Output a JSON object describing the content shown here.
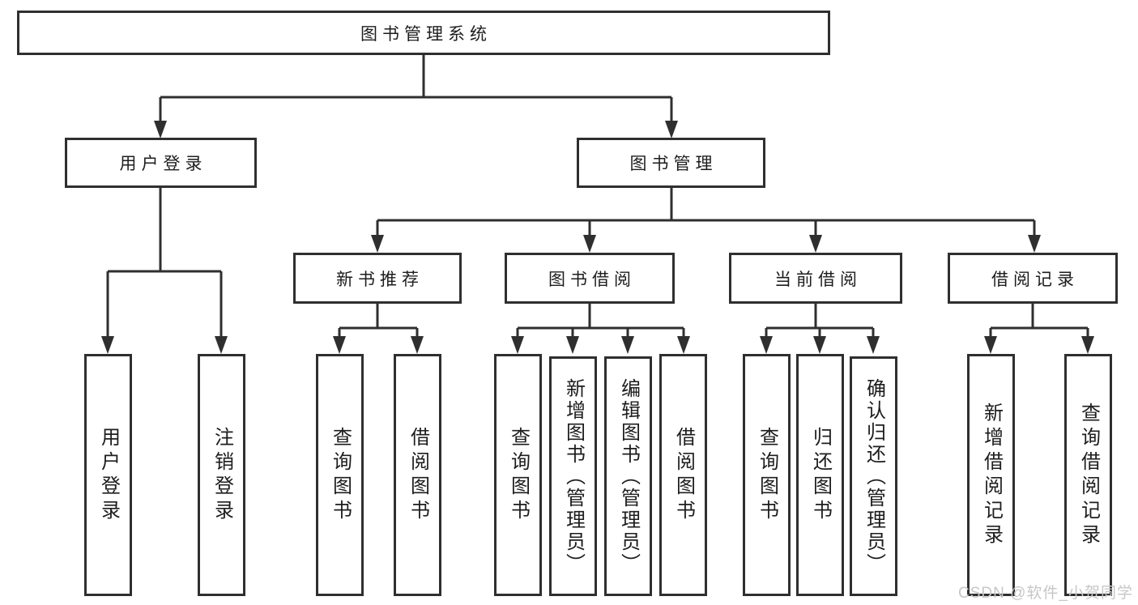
{
  "diagram": {
    "title": "图书管理系统",
    "root": {
      "label": "图书管理系统"
    },
    "level2": [
      "用户登录",
      "图书管理"
    ],
    "level3": [
      "新书推荐",
      "图书借阅",
      "当前借阅",
      "借阅记录"
    ],
    "leaves": {
      "user_login": [
        "用户登录",
        "注销登录"
      ],
      "new_book": [
        "查询图书",
        "借阅图书"
      ],
      "book_borrow": [
        "查询图书",
        "新增图书（管理员）",
        "编辑图书（管理员）",
        "借阅图书"
      ],
      "current_borrow": [
        "查询图书",
        "归还图书",
        "确认归还（管理员）"
      ],
      "borrow_record": [
        "新增借阅记录",
        "查询借阅记录"
      ]
    }
  },
  "watermark": {
    "text": "CSDN @软件_小贺同学"
  },
  "colors": {
    "line": "#2f2f2f",
    "box_border": "#2f2f2f",
    "box_fill": "#ffffff",
    "text": "#1d1d1d",
    "watermark": "#c7c7c7",
    "background": "#ffffff"
  }
}
